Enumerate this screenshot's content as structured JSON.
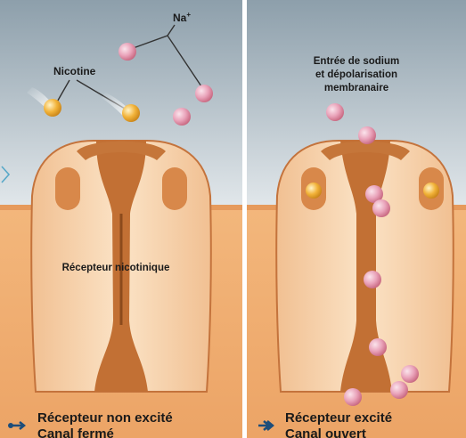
{
  "left_panel": {
    "label_na": "Na",
    "label_na_sup": "+",
    "label_nicotine": "Nicotine",
    "label_receptor": "Récepteur nicotinique",
    "caption_line1": "Récepteur non excité",
    "caption_line2": "Canal fermé"
  },
  "right_panel": {
    "heading_line1": "Entrée de sodium",
    "heading_line2": "et dépolarisation",
    "heading_line3": "membranaire",
    "caption_line1": "Récepteur excité",
    "caption_line2": "Canal ouvert"
  },
  "colors": {
    "sky_top": "#8fa1ac",
    "sky_bottom": "#e4e9ec",
    "membrane": "#f1b277",
    "membrane_dark": "#e2924f",
    "receptor": "#f6d2ad",
    "receptor_outline": "#c4733c",
    "channel": "#c27034",
    "sodium": "#e8a3ba",
    "nicotine": "#f0b53c",
    "divider": "#ffffff",
    "accent": "#58a8c8"
  }
}
